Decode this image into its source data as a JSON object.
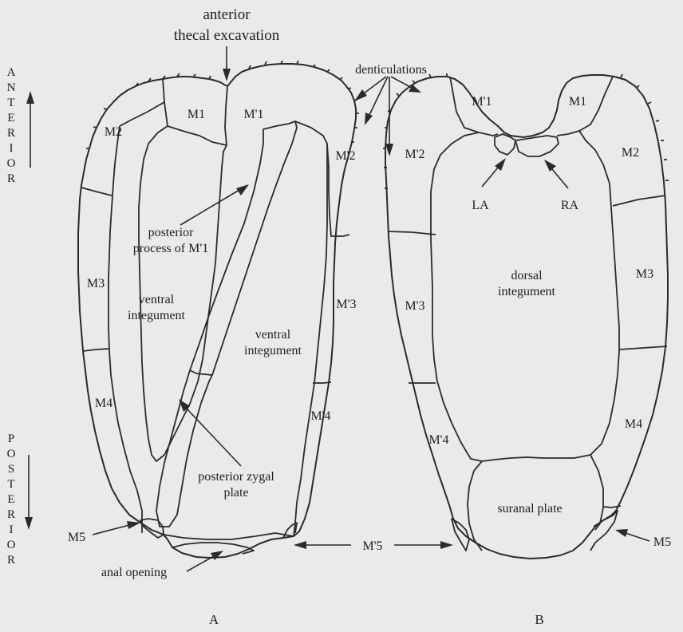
{
  "orientation": {
    "anterior_letters": [
      "A",
      "N",
      "T",
      "E",
      "R",
      "I",
      "O",
      "R"
    ],
    "posterior_letters": [
      "P",
      "O",
      "S",
      "T",
      "E",
      "R",
      "I",
      "O",
      "R"
    ]
  },
  "labels": {
    "anterior_excavation_line1": "anterior",
    "anterior_excavation_line2": "thecal excavation",
    "denticulations": "denticulations",
    "posterior_process_line1": "posterior",
    "posterior_process_line2": "process of M'1",
    "ventral_integument_left_line1": "ventral",
    "ventral_integument_left_line2": "integument",
    "ventral_integument_right_line1": "ventral",
    "ventral_integument_right_line2": "integument",
    "posterior_zygal_line1": "posterior zygal",
    "posterior_zygal_line2": "plate",
    "anal_opening": "anal opening",
    "dorsal_integument_line1": "dorsal",
    "dorsal_integument_line2": "integument",
    "suranal_plate": "suranal plate",
    "la": "LA",
    "ra": "RA",
    "m5_left": "M5",
    "m5_right": "M5",
    "m_prime_5": "M'5"
  },
  "plates_a": {
    "m1": "M1",
    "m_prime_1": "M'1",
    "m2": "M2",
    "m_prime_2": "M'2",
    "m3": "M3",
    "m_prime_3": "M'3",
    "m4": "M4",
    "m_prime_4": "M'4"
  },
  "plates_b": {
    "m_prime_1": "M'1",
    "m1": "M1",
    "m_prime_2": "M'2",
    "m2": "M2",
    "m3": "M3",
    "m_prime_3": "M'3",
    "m4": "M4",
    "m_prime_4": "M'4"
  },
  "panels": {
    "a": "A",
    "b": "B"
  }
}
